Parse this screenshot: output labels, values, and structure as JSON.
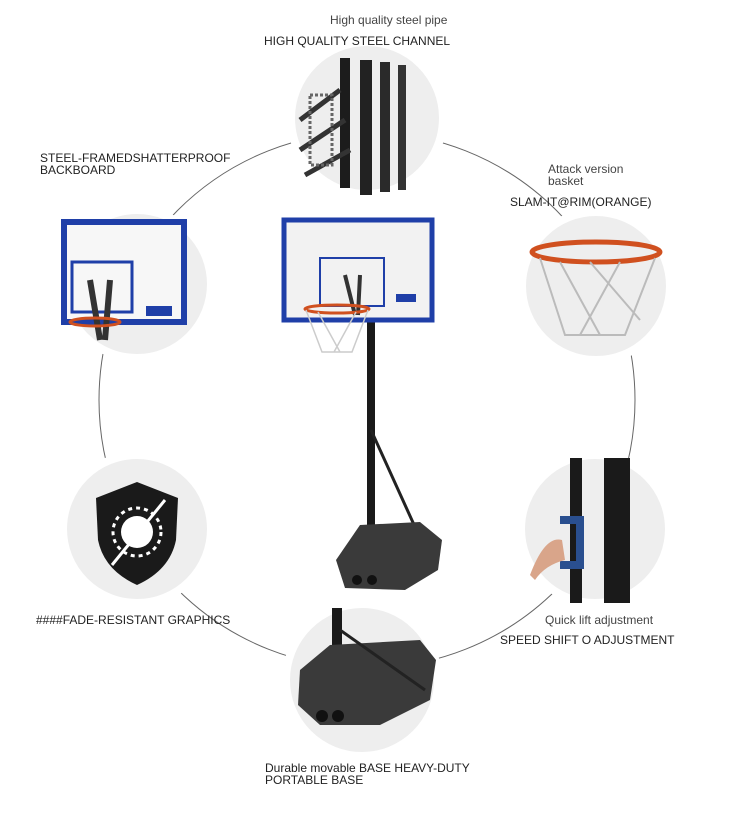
{
  "features": {
    "top": {
      "subtitle": "High quality steel pipe",
      "title": "HIGH QUALITY STEEL CHANNEL"
    },
    "backboard": {
      "title": "STEEL-FRAMEDSHATTERPROOF BACKBOARD"
    },
    "rim": {
      "subtitle": "Attack version basket",
      "title": "SLAM-IT@RIM(ORANGE)"
    },
    "fade": {
      "title": "####FADE-RESISTANT GRAPHICS"
    },
    "lift": {
      "subtitle": "Quick lift adjustment",
      "title": "SPEED SHIFT O ADJUSTMENT"
    },
    "base": {
      "title": "Durable movable BASE HEAVY-DUTY PORTABLE BASE"
    }
  },
  "colors": {
    "backboard_frame": "#1f3fa8",
    "rim": "#d0501f",
    "circle_bg": "#eeeeee",
    "lift_handle": "#2a4f8f"
  }
}
